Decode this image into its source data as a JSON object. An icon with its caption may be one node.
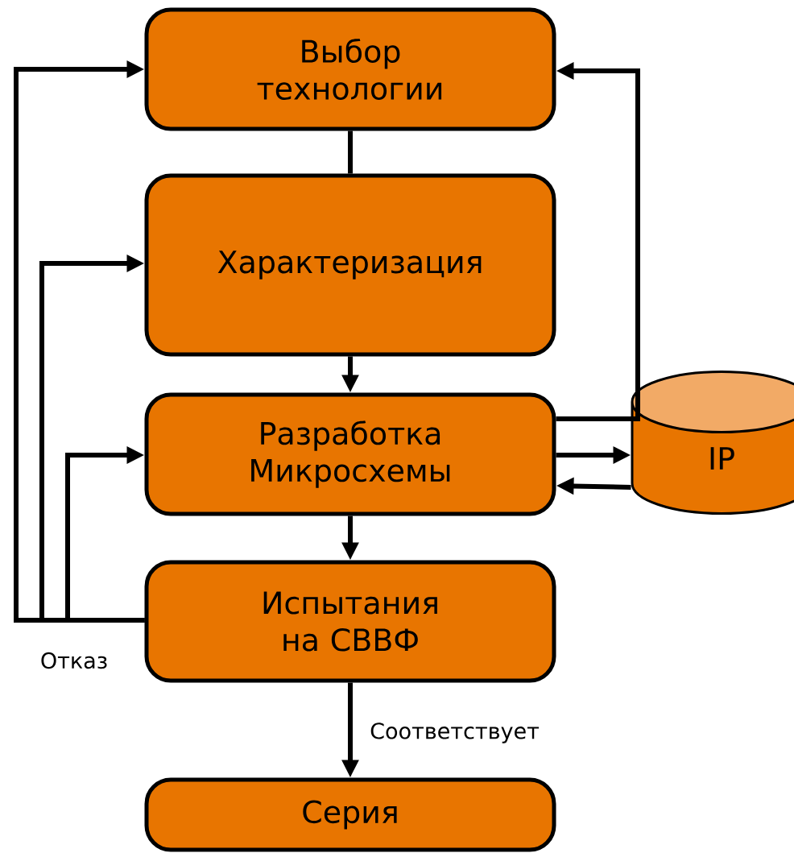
{
  "diagram": {
    "nodes": [
      {
        "text": [
          "Выбор технологии"
        ]
      },
      {
        "text": [
          "Характеризация"
        ]
      },
      {
        "text": [
          "Разработка Микросхемы"
        ]
      },
      {
        "text": [
          "IP"
        ]
      },
      {
        "text": [
          "Испытания на СВВФ"
        ]
      },
      {
        "text": [
          "Серия"
        ]
      }
    ],
    "edges": [
      {
        "from": 0,
        "to": 1,
        "arrow": "none"
      },
      {
        "from": 1,
        "to": 2,
        "arrow": "to"
      },
      {
        "from": 2,
        "to": 3,
        "arrow": "to"
      },
      {
        "from": 3,
        "to": 2,
        "arrow": "to"
      },
      {
        "from": 2,
        "to": 0,
        "arrow": "to"
      },
      {
        "from": 2,
        "to": 4,
        "arrow": "to"
      },
      {
        "from": 4,
        "to": 0,
        "arrow": "to",
        "label": "Отказ"
      },
      {
        "from": 4,
        "to": 1,
        "arrow": "to"
      },
      {
        "from": 4,
        "to": 2,
        "arrow": "to"
      },
      {
        "from": 4,
        "to": 5,
        "arrow": "to",
        "label": "Соответствует"
      }
    ]
  }
}
